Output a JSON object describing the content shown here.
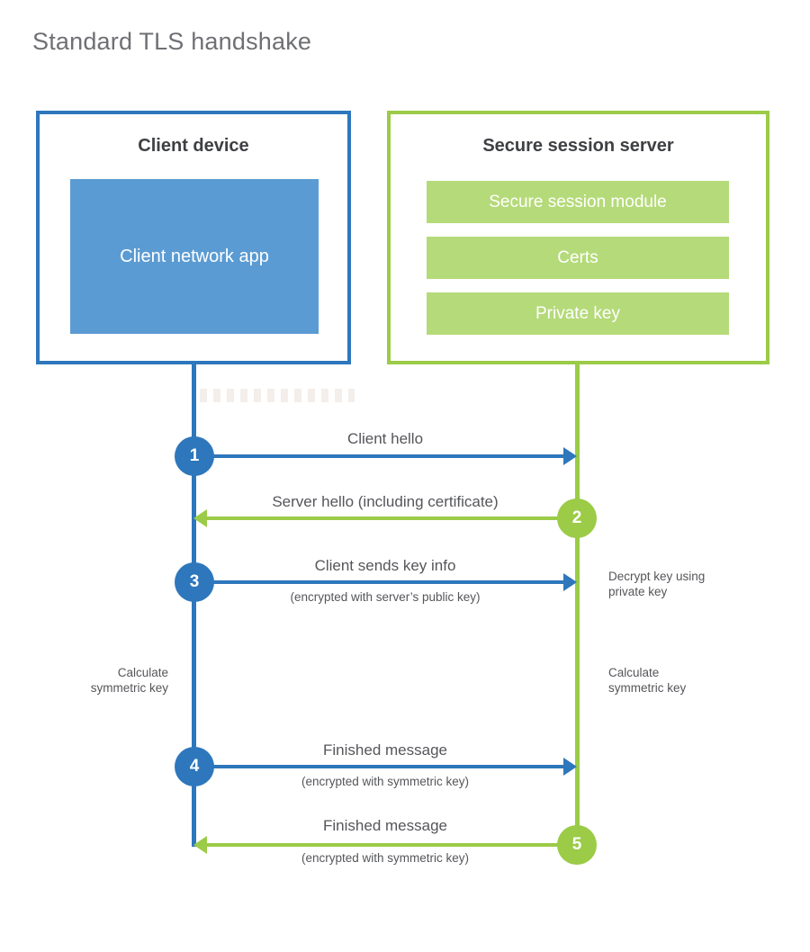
{
  "title": "Standard TLS handshake",
  "colors": {
    "blue": "#2E77BC",
    "blue_fill": "#5B9BD3",
    "green": "#9BCB47",
    "green_fill": "#B5DA79",
    "title_text": "#6F7074",
    "heading_text": "#3F4043",
    "label_text": "#55565A",
    "background": "#FFFFFF"
  },
  "client": {
    "title": "Client device",
    "app_label": "Client network app"
  },
  "server": {
    "title": "Secure session server",
    "modules": [
      "Secure session module",
      "Certs",
      "Private key"
    ]
  },
  "steps": [
    {
      "number": "1",
      "label": "Client hello",
      "direction": "client-to-server"
    },
    {
      "number": "2",
      "label": "Server hello (including certificate)",
      "direction": "server-to-client"
    },
    {
      "number": "3",
      "label": "Client sends key info",
      "sublabel": "(encrypted with server’s public key)",
      "direction": "client-to-server"
    },
    {
      "number": "4",
      "label": "Finished message",
      "sublabel": "(encrypted with symmetric key)",
      "direction": "client-to-server"
    },
    {
      "number": "5",
      "label": "Finished message",
      "sublabel": "(encrypted with symmetric key)",
      "direction": "server-to-client"
    }
  ],
  "notes": {
    "decrypt_line1": "Decrypt key using",
    "decrypt_line2": "private key",
    "calc_line1": "Calculate",
    "calc_line2": "symmetric key"
  }
}
